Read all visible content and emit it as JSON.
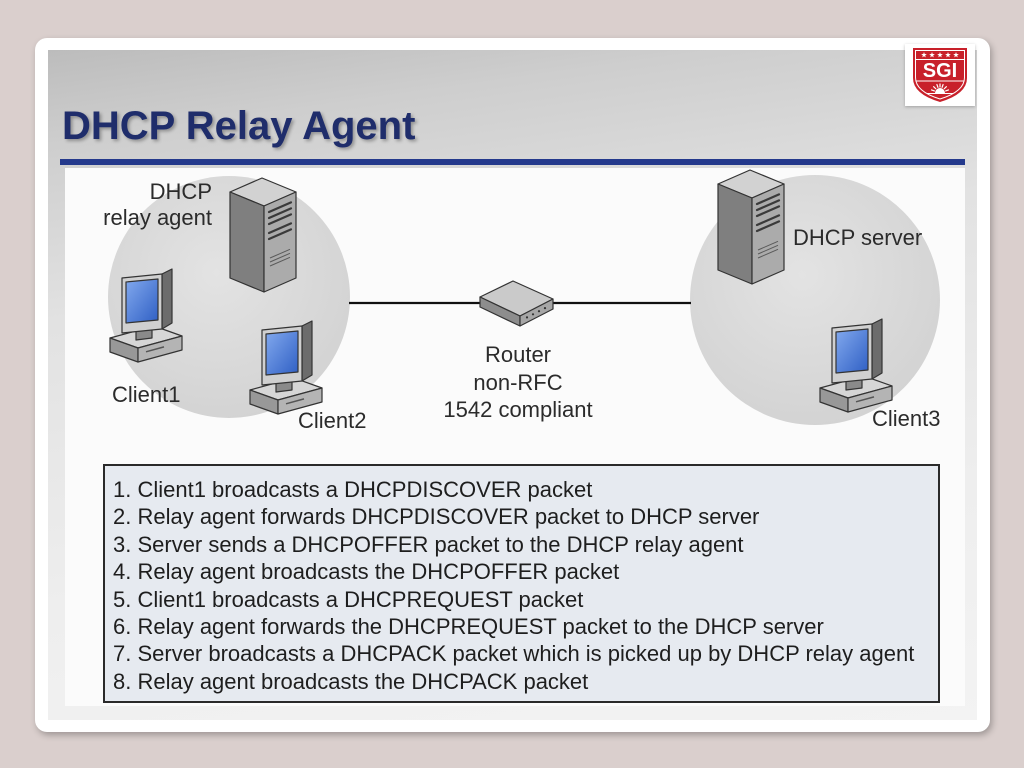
{
  "slide": {
    "title": "DHCP Relay Agent"
  },
  "logo": {
    "text": "SGI",
    "icon": "sgi-shield-logo"
  },
  "diagram": {
    "relay_agent": {
      "line1": "DHCP",
      "line2": "relay agent"
    },
    "dhcp_server": "DHCP server",
    "router": {
      "line1": "Router",
      "line2": "non-RFC",
      "line3": "1542 compliant"
    },
    "clients": {
      "client1": "Client1",
      "client2": "Client2",
      "client3": "Client3"
    },
    "icons": {
      "relay_agent": "server-icon",
      "dhcp_server": "server-icon",
      "router": "router-icon",
      "clients": "computer-icon"
    }
  },
  "steps": [
    "1. Client1 broadcasts a DHCPDISCOVER packet",
    "2. Relay agent forwards DHCPDISCOVER packet to DHCP server",
    "3. Server sends a DHCPOFFER packet to the DHCP relay agent",
    "4. Relay agent broadcasts the DHCPOFFER packet",
    "5. Client1 broadcasts a DHCPREQUEST packet",
    "6. Relay agent forwards the DHCPREQUEST packet to the DHCP server",
    "7. Server broadcasts a DHCPACK packet which is picked up by DHCP relay agent",
    "8. Relay agent broadcasts the DHCPACK packet"
  ],
  "colors": {
    "title": "#1f2d6b",
    "title_rule": "#24398c",
    "logo_red": "#c8202a",
    "screen_blue": "#3d6fd0",
    "list_background": "#e6eaf0",
    "page_background": "#dacfcd"
  }
}
